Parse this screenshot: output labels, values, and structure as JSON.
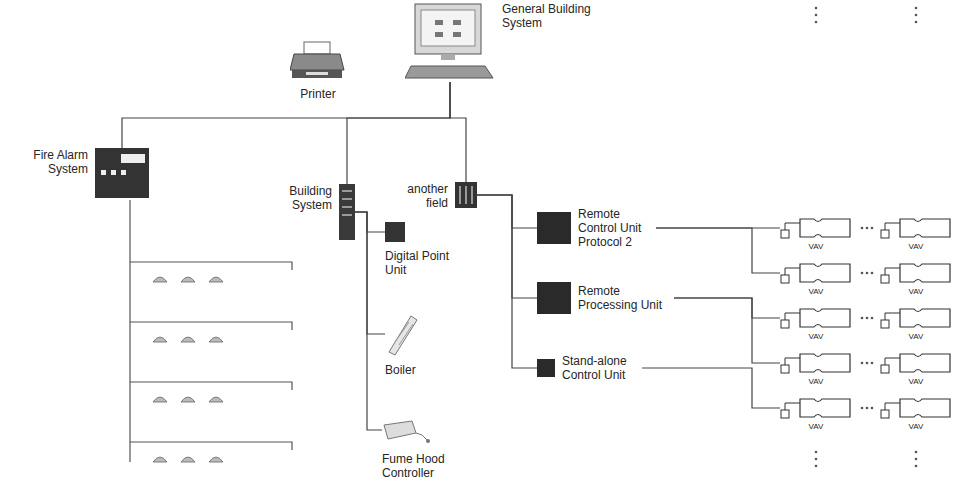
{
  "diagram": {
    "nodes": [
      {
        "text": [
          "General Building System"
        ]
      },
      {
        "text": [
          "Printer"
        ]
      },
      {
        "text": [
          "Fire Alarm System"
        ]
      },
      {
        "text": [
          "Building System"
        ]
      },
      {
        "text": [
          "another field"
        ]
      },
      {
        "text": [
          "Digital Point Unit"
        ]
      },
      {
        "text": [
          "Boiler"
        ]
      },
      {
        "text": [
          "Fume Hood Controller"
        ]
      },
      {
        "text": [
          "Remote Control Unit Protocol 2"
        ]
      },
      {
        "text": [
          "Remote Processing Unit"
        ]
      },
      {
        "text": [
          "Stand-alone Control Unit"
        ]
      },
      {
        "text": [
          "VAV"
        ]
      },
      {
        "text": [
          "VAV"
        ]
      },
      {
        "text": [
          "VAV"
        ]
      },
      {
        "text": [
          "VAV"
        ]
      },
      {
        "text": [
          "VAV"
        ]
      },
      {
        "text": [
          "VAV"
        ]
      },
      {
        "text": [
          "VAV"
        ]
      },
      {
        "text": [
          "VAV"
        ]
      },
      {
        "text": [
          "VAV"
        ]
      },
      {
        "text": [
          "VAV"
        ]
      }
    ],
    "edges": [
      {
        "from": 0,
        "to": 2,
        "arrow": "none"
      },
      {
        "from": 0,
        "to": 3,
        "arrow": "none"
      },
      {
        "from": 0,
        "to": 4,
        "arrow": "none"
      },
      {
        "from": 3,
        "to": 5,
        "arrow": "none"
      },
      {
        "from": 3,
        "to": 6,
        "arrow": "none"
      },
      {
        "from": 3,
        "to": 7,
        "arrow": "none"
      },
      {
        "from": 4,
        "to": 8,
        "arrow": "none"
      },
      {
        "from": 4,
        "to": 9,
        "arrow": "none"
      },
      {
        "from": 4,
        "to": 10,
        "arrow": "none"
      },
      {
        "from": 8,
        "to": 11,
        "arrow": "none"
      },
      {
        "from": 8,
        "to": 13,
        "arrow": "none"
      },
      {
        "from": 9,
        "to": 15,
        "arrow": "none"
      },
      {
        "from": 9,
        "to": 17,
        "arrow": "none"
      },
      {
        "from": 10,
        "to": 19,
        "arrow": "none"
      }
    ]
  }
}
